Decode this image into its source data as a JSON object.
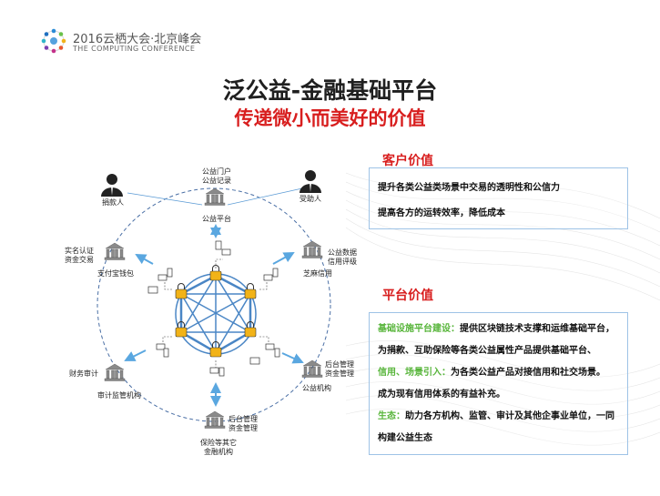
{
  "header": {
    "logo_line1": "2016云栖大会·北京峰会",
    "logo_line2": "THE COMPUTING CONFERENCE"
  },
  "title": "泛公益-金融基础平台",
  "subtitle": "传递微小而美好的价值",
  "diagram": {
    "donor": "捐款人",
    "recipient": "受助人",
    "portal": [
      "公益门户",
      "公益记录"
    ],
    "platform": "公益平台",
    "sesame": [
      "公益数据",
      "信用评级",
      "芝麻信用"
    ],
    "left_top": [
      "实名认证",
      "资金交易"
    ],
    "alipay": "支付宝钱包",
    "finance_audit": "财务审计",
    "audit_org": "审计监管机构",
    "backend_right": [
      "后台管理",
      "资金管理"
    ],
    "charity_org": "公益机构",
    "backend_bottom": [
      "后台管理",
      "资金管理"
    ],
    "insurance": [
      "保险等其它",
      "金融机构"
    ]
  },
  "customer_value": {
    "heading": "客户价值",
    "lines": [
      "提升各类公益类场景中交易的透明性和公信力",
      "提高各方的运转效率，降低成本"
    ]
  },
  "platform_value": {
    "heading": "平台价值",
    "p1_label": "基础设施平台建设：",
    "p1_text": "提供区块链技术支撑和运维基础平台，",
    "p1_line2": "为捐款、互助保险等各类公益属性产品提供基础平台、",
    "p2_label": "信用、场景引入：",
    "p2_text": "为各类公益产品对接信用和社交场景。",
    "p2_line2": "成为现有信用体系的有益补充。",
    "p3_label": "生态：",
    "p3_text": "助力各方机构、监管、审计及其他企事业单位，一同",
    "p3_line2": "构建公益生态"
  },
  "colors": {
    "accent_red": "#d81e1e",
    "blue": "#4a86c5",
    "green": "#57b53a",
    "lock": "#f2b318"
  }
}
